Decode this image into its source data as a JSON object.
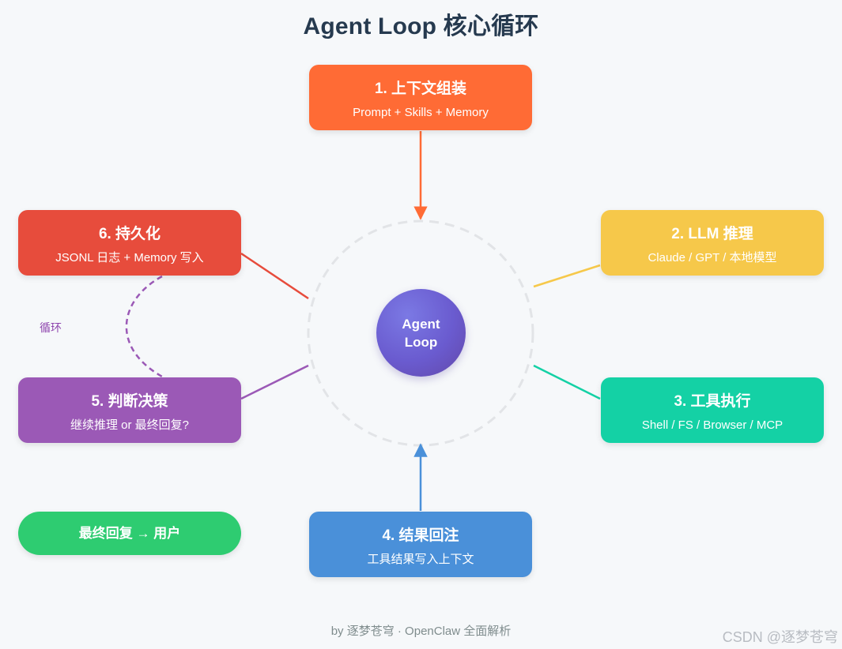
{
  "title": "Agent Loop 核心循环",
  "center": {
    "label": "Agent Loop"
  },
  "steps": [
    {
      "title": "1. 上下文组装",
      "subtitle": "Prompt + Skills + Memory",
      "color": "#ff6b35"
    },
    {
      "title": "2. LLM 推理",
      "subtitle": "Claude / GPT / 本地模型",
      "color": "#f6c84a"
    },
    {
      "title": "3. 工具执行",
      "subtitle": "Shell / FS / Browser / MCP",
      "color": "#14d1a5"
    },
    {
      "title": "4. 结果回注",
      "subtitle": "工具结果写入上下文",
      "color": "#4a90d9"
    },
    {
      "title": "5. 判断决策",
      "subtitle": "继续推理 or 最终回复?",
      "color": "#9b59b6"
    },
    {
      "title": "6. 持久化",
      "subtitle": "JSONL 日志 + Memory 写入",
      "color": "#e74c3c"
    }
  ],
  "loop_label": "循环",
  "final_reply": "最终回复 → 用户",
  "final_color": "#2ecc71",
  "footer": "by 逐梦苍穹 · OpenClaw 全面解析",
  "watermark": "CSDN @逐梦苍穹"
}
